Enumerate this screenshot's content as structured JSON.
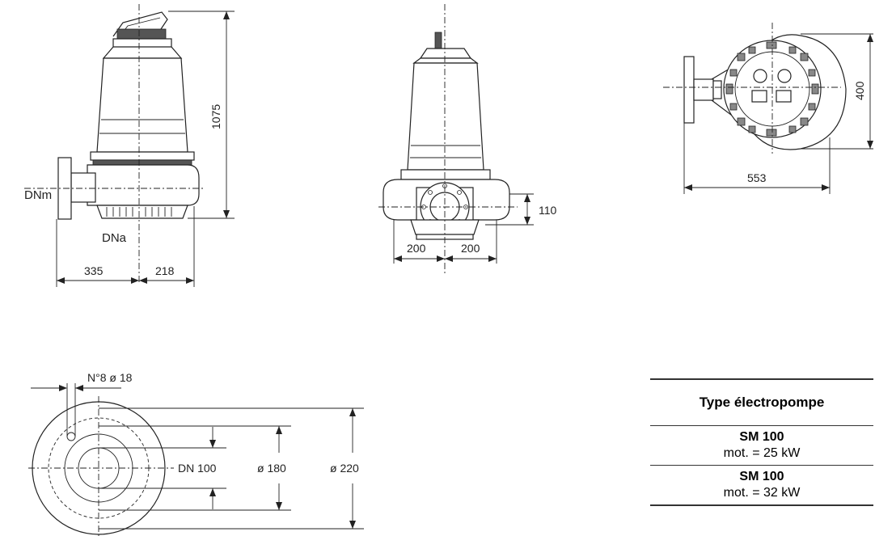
{
  "side_view": {
    "label_dnm": "DNm",
    "label_dna": "DNa",
    "dim_height": "1075",
    "dim_left": "335",
    "dim_right": "218"
  },
  "front_view": {
    "dim_height": "110",
    "dim_left": "200",
    "dim_right": "200"
  },
  "top_view": {
    "dim_length": "553",
    "dim_width": "400"
  },
  "flange_detail": {
    "holes": "N°8 ø 18",
    "dn": "DN 100",
    "pitch_diameter": "ø 180",
    "outer_diameter": "ø 220"
  },
  "table": {
    "header": "Type électropompe",
    "rows": [
      {
        "model": "SM 100",
        "motor": "mot. = 25 kW"
      },
      {
        "model": "SM 100",
        "motor": "mot. = 32 kW"
      }
    ]
  }
}
